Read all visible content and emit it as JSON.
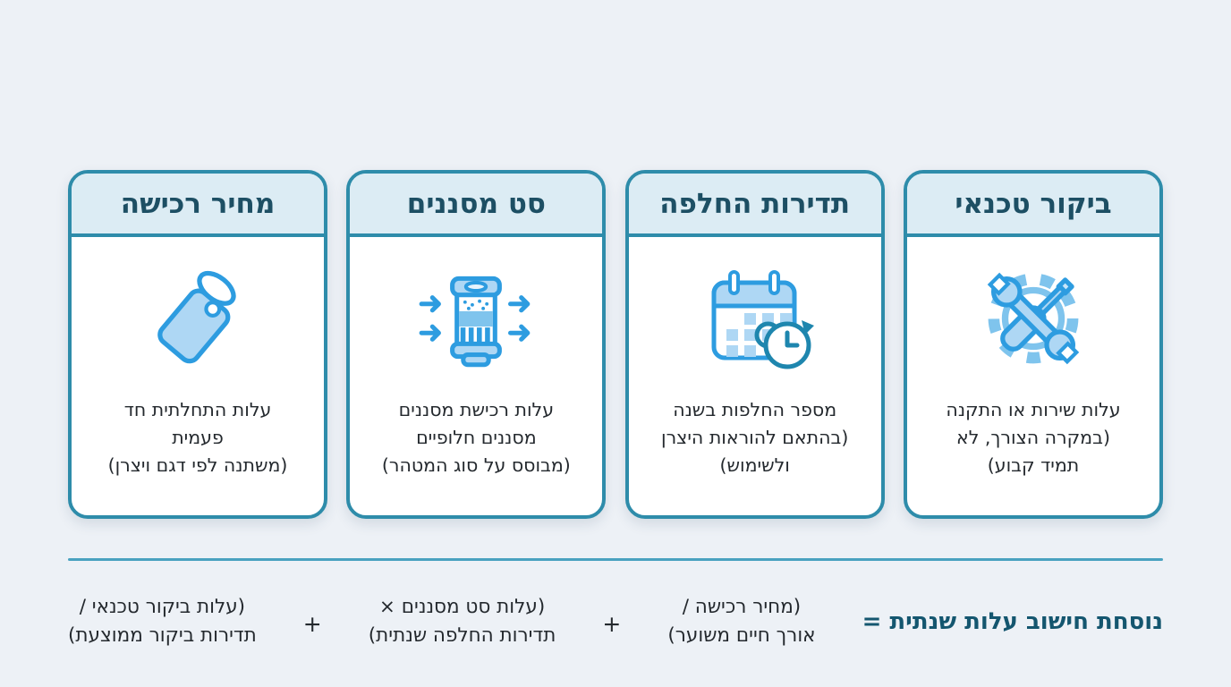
{
  "palette": {
    "background": "#edf1f6",
    "card_border": "#2e8caa",
    "header_bg": "#dcecf4",
    "title_text": "#1d4f64",
    "body_text": "#24292e",
    "divider": "#49a2c0",
    "formula_label": "#14566f",
    "icon_blue": "#2d9ce0",
    "icon_light": "#aed7f4",
    "icon_mid": "#7fc4ed",
    "icon_teal": "#1e86ae"
  },
  "cards": [
    {
      "title": "ביקור טכנאי",
      "icon": "tools-icon",
      "body": "עלות שירות או התקנה\n(במקרה הצורך, לא\nתמיד קבוע)"
    },
    {
      "title": "תדירות החלפה",
      "icon": "calendar-clock-icon",
      "body": "מספר החלפות בשנה\n(בהתאם להוראות היצרן\nולשימוש)"
    },
    {
      "title": "סט מסננים",
      "icon": "filter-cartridge-icon",
      "body": "עלות רכישת מסננים\nמסננים חלופיים\n(מבוסס על סוג המטהר)"
    },
    {
      "title": "מחיר רכישה",
      "icon": "price-tag-icon",
      "body": "עלות התחלתית חד\nפעמית\n(משתנה לפי דגם ויצרן)"
    }
  ],
  "formula": {
    "label": "נוסחת חישוב עלות שנתית =",
    "operator": "+",
    "terms": [
      "(מחיר רכישה /\nאורך חיים משוער)",
      "(עלות סט מסננים ×\nתדירות החלפה שנתית)",
      "(עלות ביקור טכנאי /\nתדירות ביקור ממוצעת)"
    ]
  }
}
